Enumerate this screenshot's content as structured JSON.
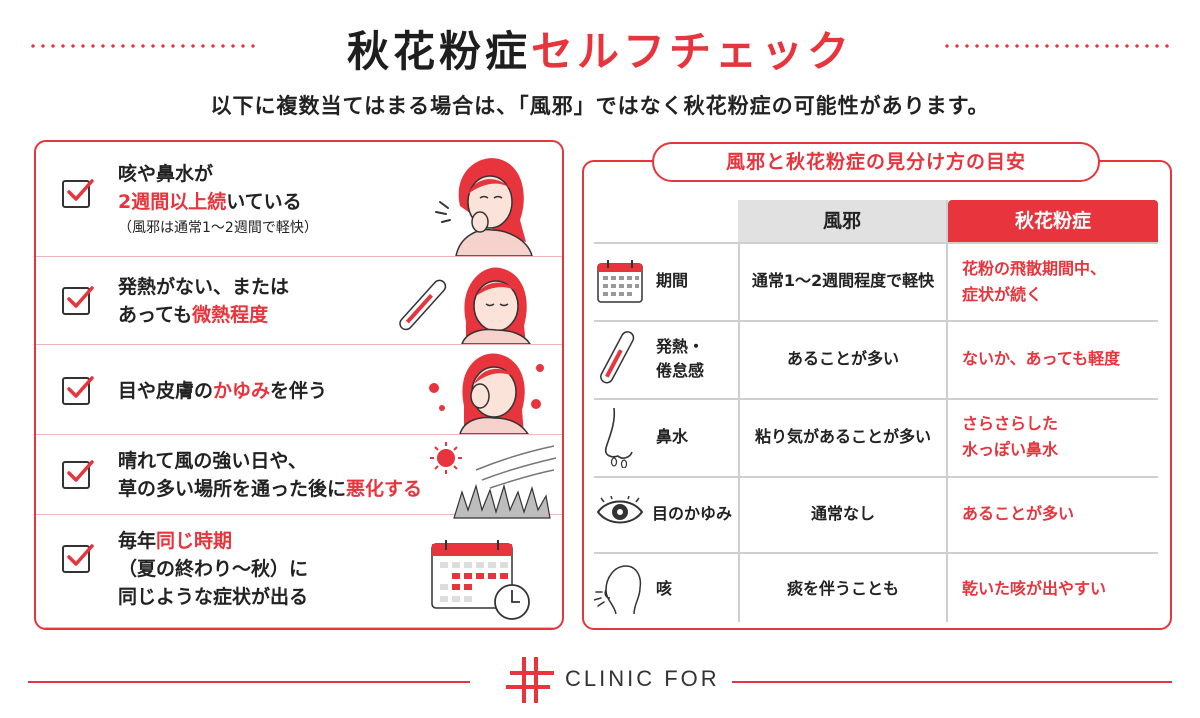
{
  "header": {
    "title_black": "秋花粉症",
    "title_red": "セルフチェック",
    "subtitle": "以下に複数当てはまる場合は、「風邪」ではなく秋花粉症の可能性があります。"
  },
  "checklist": [
    {
      "lines": [
        [
          {
            "t": "咳や鼻水が",
            "red": false
          }
        ],
        [
          {
            "t": "2週間以上続",
            "red": true
          },
          {
            "t": "いている",
            "red": false
          }
        ]
      ],
      "note": "（風邪は通常1〜2週間で軽快）"
    },
    {
      "lines": [
        [
          {
            "t": "発熱がない、または",
            "red": false
          }
        ],
        [
          {
            "t": "あっても",
            "red": false
          },
          {
            "t": "微熱程度",
            "red": true
          }
        ]
      ]
    },
    {
      "lines": [
        [
          {
            "t": "目や皮膚の",
            "red": false
          },
          {
            "t": "かゆみ",
            "red": true
          },
          {
            "t": "を伴う",
            "red": false
          }
        ]
      ]
    },
    {
      "lines": [
        [
          {
            "t": "晴れて風の強い日や、",
            "red": false
          }
        ],
        [
          {
            "t": "草の多い場所を通った後に",
            "red": false
          },
          {
            "t": "悪化する",
            "red": true
          }
        ]
      ]
    },
    {
      "lines": [
        [
          {
            "t": "毎年",
            "red": false
          },
          {
            "t": "同じ時期",
            "red": true
          }
        ],
        [
          {
            "t": "（夏の終わり〜秋）に",
            "red": false
          }
        ],
        [
          {
            "t": "同じような症状が出る",
            "red": false
          }
        ]
      ]
    }
  ],
  "comparison": {
    "heading": "風邪と秋花粉症の見分け方の目安",
    "col_cold": "風邪",
    "col_pollen": "秋花粉症",
    "rows": [
      {
        "icon": "calendar-icon",
        "label": "期間",
        "cold": "通常1〜2週間程度で軽快",
        "pollen": "花粉の飛散期間中、\n症状が続く"
      },
      {
        "icon": "thermometer-icon",
        "label": "発熱・\n倦怠感",
        "cold": "あることが多い",
        "pollen": "ないか、あっても軽度"
      },
      {
        "icon": "nose-icon",
        "label": "鼻水",
        "cold": "粘り気があることが多い",
        "pollen": "さらさらした\n水っぽい鼻水"
      },
      {
        "icon": "eye-icon",
        "label": "目のかゆみ",
        "cold": "通常なし",
        "pollen": "あることが多い"
      },
      {
        "icon": "face-cough-icon",
        "label": "咳",
        "cold": "痰を伴うことも",
        "pollen": "乾いた咳が出やすい"
      }
    ]
  },
  "footer": {
    "logo_text": "CLINIC FOR"
  },
  "colors": {
    "accent": "#e8343c",
    "header_gray": "#e1e1e1"
  }
}
